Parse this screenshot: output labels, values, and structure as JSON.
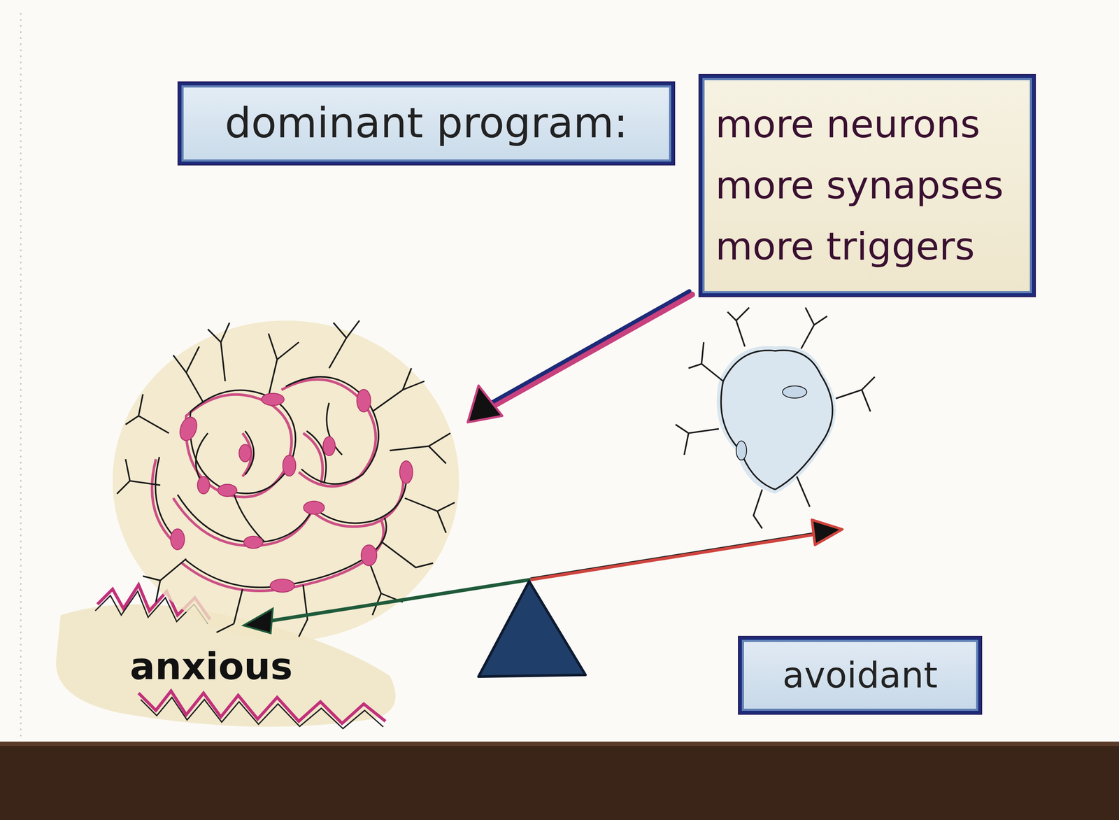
{
  "diagram": {
    "nodes": [
      {
        "text": [
          "dominant program:"
        ]
      },
      {
        "text": [
          "more neurons",
          "more synapses",
          "more triggers"
        ]
      },
      {
        "text": [
          "avoidant"
        ]
      }
    ],
    "labels": [
      "anxious"
    ]
  }
}
